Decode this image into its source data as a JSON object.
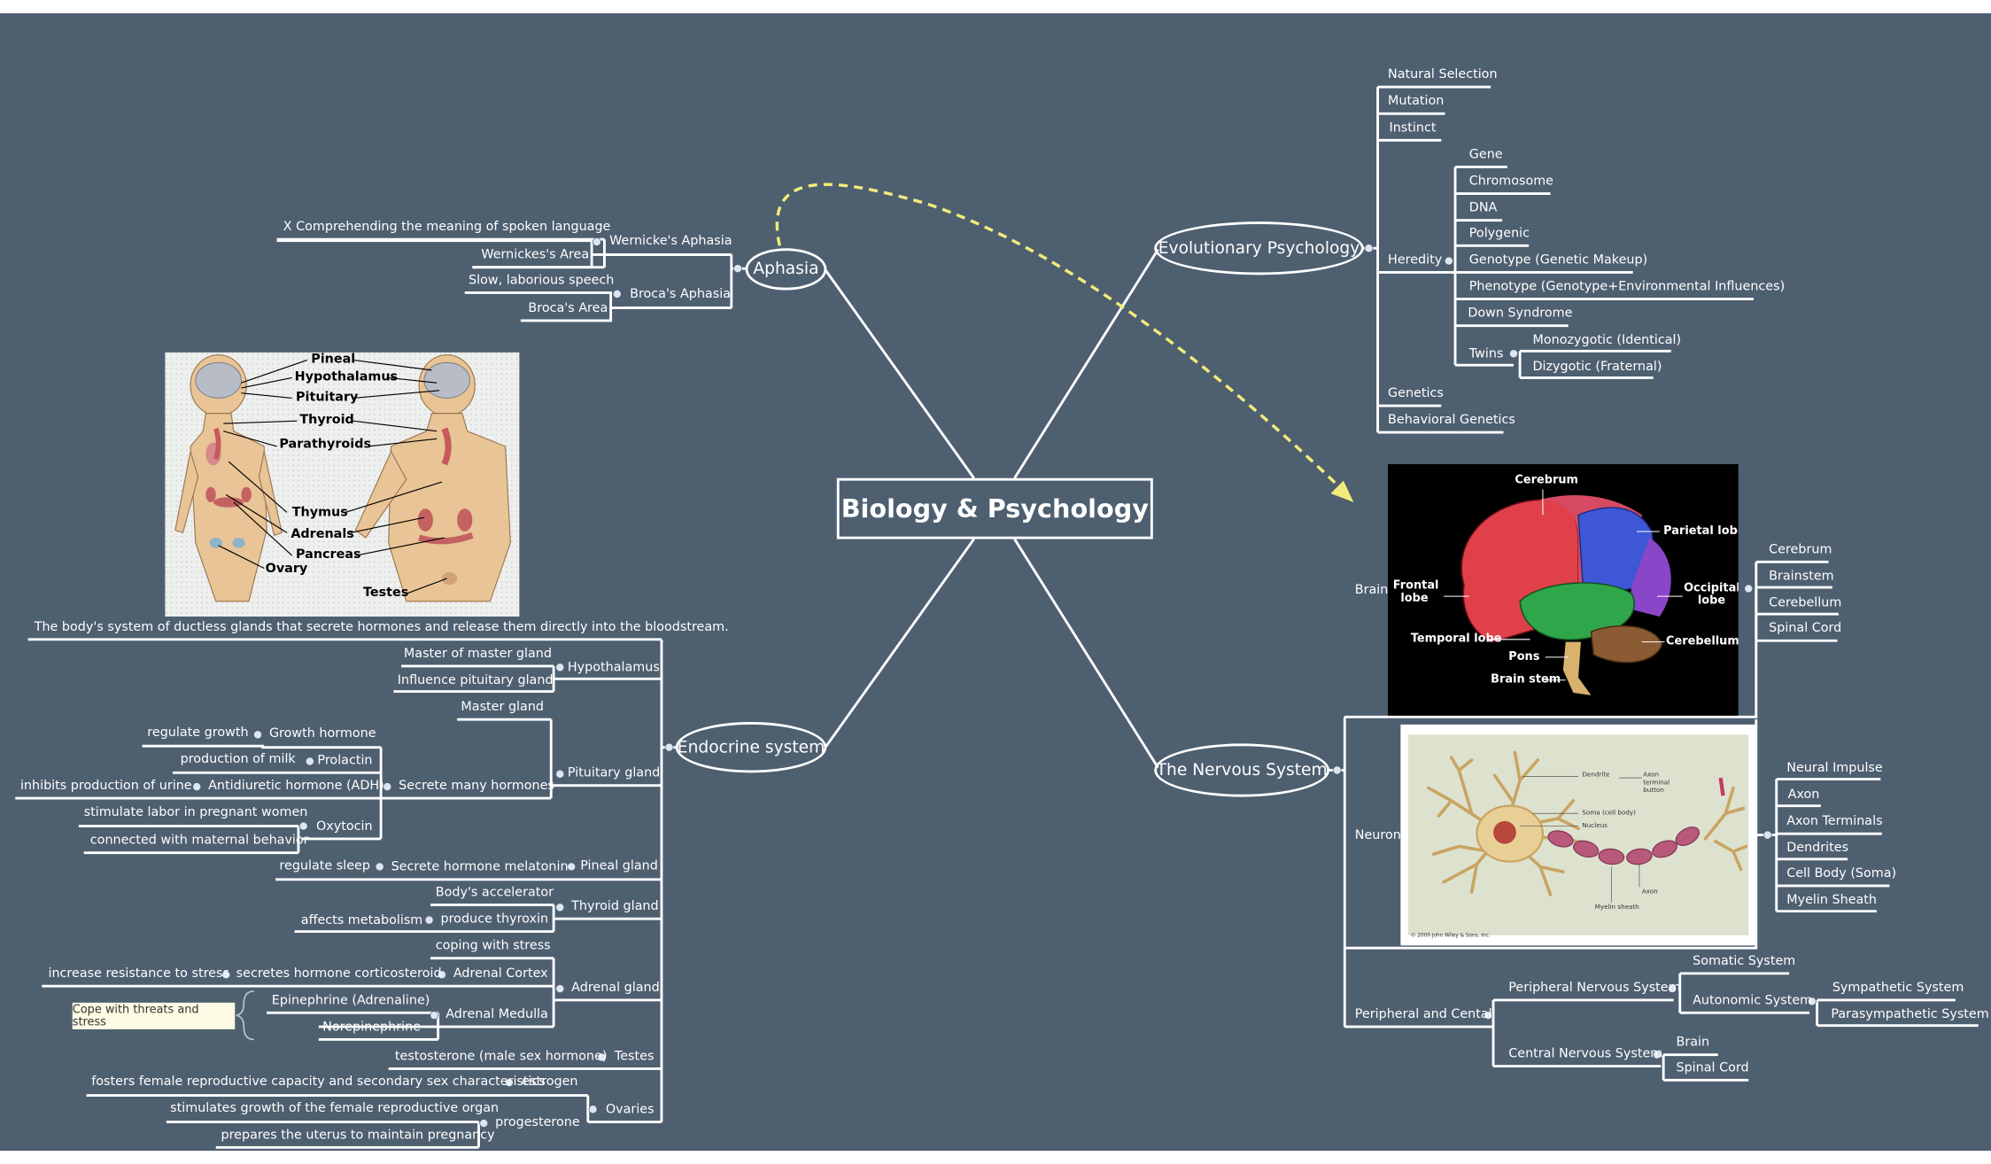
{
  "central": "Biology & Psychology",
  "topics": {
    "aphasia": "Aphasia",
    "evolutionary": "Evolutionary Psychology",
    "endocrine": "Endocrine system",
    "nervous": "The Nervous System"
  },
  "aphasia": {
    "wernicke": "Wernicke's Aphasia",
    "wernicke_meaning": "X Comprehending the meaning of spoken language",
    "wernicke_area": "Wernickes's Area",
    "broca": "Broca's Aphasia",
    "broca_slow": "Slow, laborious speech",
    "broca_area": "Broca's Area"
  },
  "evolutionary": {
    "natural_selection": "Natural Selection",
    "mutation": "Mutation",
    "instinct": "Instinct",
    "heredity": "Heredity",
    "gene": "Gene",
    "chromosome": "Chromosome",
    "dna": "DNA",
    "polygenic": "Polygenic",
    "genotype": "Genotype (Genetic Makeup)",
    "phenotype": "Phenotype (Genotype+Environmental Influences)",
    "down": "Down Syndrome",
    "twins": "Twins",
    "mono": "Monozygotic (Identical)",
    "dizy": "Dizygotic (Fraternal)",
    "genetics": "Genetics",
    "behavioral": "Behavioral Genetics"
  },
  "nervous": {
    "brain": "Brain",
    "cerebrum": "Cerebrum",
    "brainstem": "Brainstem",
    "cerebellum": "Cerebellum",
    "spinal_cord": "Spinal Cord",
    "neuron": "Neuron",
    "neural_impulse": "Neural Impulse",
    "axon": "Axon",
    "axon_terminals": "Axon Terminals",
    "dendrites": "Dendrites",
    "cell_body": "Cell Body (Soma)",
    "myelin": "Myelin Sheath",
    "peripheral_central": "Peripheral and Cental",
    "pns": "Peripheral Nervous System",
    "somatic": "Somatic System",
    "autonomic": "Autonomic System",
    "sympathetic": "Sympathetic System",
    "parasympathetic": "Parasympathetic System",
    "cns": "Central Nervous System",
    "cns_brain": "Brain",
    "cns_spinal": "Spinal Cord"
  },
  "brain_figure": {
    "cerebrum": "Cerebrum",
    "parietal": "Parietal lobe",
    "frontal_1": "Frontal",
    "frontal_2": "lobe",
    "occipital_1": "Occipital",
    "occipital_2": "lobe",
    "temporal": "Temporal lobe",
    "cerebellum": "Cerebellum",
    "pons": "Pons",
    "brain_stem": "Brain stem"
  },
  "neuron_figure": {
    "dendrite": "Dendrite",
    "axon_terminal_1": "Axon",
    "axon_terminal_2": "terminal",
    "axon_terminal_3": "button",
    "soma": "Soma (cell body)",
    "nucleus": "Nucleus",
    "axon": "Axon",
    "myelin": "Myelin sheath",
    "copyright": "© 2000 John Wiley & Sons, Inc."
  },
  "glands_figure": {
    "pineal": "Pineal",
    "hypothalamus": "Hypothalamus",
    "pituitary": "Pituitary",
    "thyroid": "Thyroid",
    "parathyroids": "Parathyroids",
    "thymus": "Thymus",
    "adrenals": "Adrenals",
    "pancreas": "Pancreas",
    "ovary": "Ovary",
    "testes": "Testes"
  },
  "endocrine": {
    "definition": "The body's system of ductless glands that secrete hormones and release them directly into the bloodstream.",
    "hypothalamus": "Hypothalamus",
    "master_of_master": "Master of master gland",
    "influence_pituitary": "Influence pituitary gland",
    "pituitary": "Pituitary gland",
    "master_gland": "Master gland",
    "secrete_many": "Secrete many hormones",
    "growth_hormone": "Growth hormone",
    "regulate_growth": "regulate growth",
    "prolactin": "Prolactin",
    "production_milk": "production of milk",
    "adh": "Antidiuretic hormone (ADH)",
    "inhibits_urine": "inhibits production of urine",
    "oxytocin": "Oxytocin",
    "stimulate_labor": "stimulate labor in pregnant women",
    "maternal": "connected with maternal behavior",
    "pineal": "Pineal gland",
    "melatonin": "Secrete hormone melatonin",
    "regulate_sleep": "regulate sleep",
    "thyroid": "Thyroid gland",
    "accelerator": "Body's accelerator",
    "thyroxin": "produce thyroxin",
    "metabolism": "affects metabolism",
    "adrenal": "Adrenal gland",
    "coping": "coping with stress",
    "cortex": "Adrenal Cortex",
    "corticosteroid": "secretes hormone corticosteroid",
    "resistance": "increase resistance to stress",
    "medulla": "Adrenal Medulla",
    "epinephrine": "Epinephrine (Adrenaline)",
    "norepinephrine": "Norepinephrine",
    "cope_note": "Cope with threats and stress",
    "testes": "Testes",
    "testosterone": "testosterone (male sex hormone)",
    "ovaries": "Ovaries",
    "estrogen": "estrogen",
    "fosters": "fosters female reproductive capacity and secondary sex characteristics",
    "progesterone": "progesterone",
    "stimulates_growth": "stimulates growth of the female reproductive organ",
    "prepares": "prepares the uterus to maintain pregnancy"
  },
  "colors": {
    "background": "#4e5f70",
    "line": "#ffffff",
    "relationship": "#f1ec7a",
    "note": "#fdfbe3"
  }
}
